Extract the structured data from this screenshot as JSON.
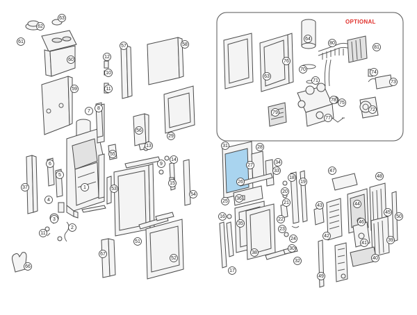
{
  "optional_label": "OPTIONAL",
  "colors": {
    "optional_label": "#e0302b",
    "highlight_glass": "#a9d4ef",
    "line": "#4a4a4a"
  },
  "callouts": [
    {
      "id": "c-62",
      "label": "62"
    },
    {
      "id": "c-63",
      "label": "63"
    },
    {
      "id": "c-61",
      "label": "61"
    },
    {
      "id": "c-60",
      "label": "60"
    },
    {
      "id": "c-59",
      "label": "59"
    },
    {
      "id": "c-58",
      "label": "58"
    },
    {
      "id": "c-57",
      "label": "57"
    },
    {
      "id": "c-12",
      "label": "12"
    },
    {
      "id": "c-10",
      "label": "10"
    },
    {
      "id": "c-11",
      "label": "11"
    },
    {
      "id": "c-8",
      "label": "8"
    },
    {
      "id": "c-7",
      "label": "7"
    },
    {
      "id": "c-56",
      "label": "56"
    },
    {
      "id": "c-55",
      "label": "55"
    },
    {
      "id": "c-29",
      "label": "29"
    },
    {
      "id": "c-6",
      "label": "6"
    },
    {
      "id": "c-5",
      "label": "5"
    },
    {
      "id": "c-1",
      "label": "1"
    },
    {
      "id": "c-4",
      "label": "4"
    },
    {
      "id": "c-3",
      "label": "3"
    },
    {
      "id": "c-2",
      "label": "2"
    },
    {
      "id": "c-37",
      "label": "37"
    },
    {
      "id": "c-11b",
      "label": "11"
    },
    {
      "id": "c-13",
      "label": "13"
    },
    {
      "id": "c-9",
      "label": "9"
    },
    {
      "id": "c-14",
      "label": "14"
    },
    {
      "id": "c-15",
      "label": "15"
    },
    {
      "id": "c-54",
      "label": "54"
    },
    {
      "id": "c-53",
      "label": "53"
    },
    {
      "id": "c-51",
      "label": "51"
    },
    {
      "id": "c-52",
      "label": "52"
    },
    {
      "id": "c-66",
      "label": "66"
    },
    {
      "id": "c-67",
      "label": "67"
    },
    {
      "id": "c-64",
      "label": "64"
    },
    {
      "id": "c-63b",
      "label": "63"
    },
    {
      "id": "c-76",
      "label": "76"
    },
    {
      "id": "c-80",
      "label": "80"
    },
    {
      "id": "c-81",
      "label": "81"
    },
    {
      "id": "c-71",
      "label": "71"
    },
    {
      "id": "c-72",
      "label": "72"
    },
    {
      "id": "c-73",
      "label": "73"
    },
    {
      "id": "c-74",
      "label": "74"
    },
    {
      "id": "c-78",
      "label": "78"
    },
    {
      "id": "c-79",
      "label": "79"
    },
    {
      "id": "c-77",
      "label": "77"
    },
    {
      "id": "c-75",
      "label": "75"
    },
    {
      "id": "c-70",
      "label": "70"
    },
    {
      "id": "c-31",
      "label": "31"
    },
    {
      "id": "c-28",
      "label": "28"
    },
    {
      "id": "c-27",
      "label": "27"
    },
    {
      "id": "c-26",
      "label": "26"
    },
    {
      "id": "c-25",
      "label": "25"
    },
    {
      "id": "c-34",
      "label": "34"
    },
    {
      "id": "c-33",
      "label": "33"
    },
    {
      "id": "c-36",
      "label": "36"
    },
    {
      "id": "c-17",
      "label": "17"
    },
    {
      "id": "c-18",
      "label": "18"
    },
    {
      "id": "c-19",
      "label": "19"
    },
    {
      "id": "c-20",
      "label": "20"
    },
    {
      "id": "c-21",
      "label": "21"
    },
    {
      "id": "c-22",
      "label": "22"
    },
    {
      "id": "c-23",
      "label": "23"
    },
    {
      "id": "c-24",
      "label": "24"
    },
    {
      "id": "c-30",
      "label": "30"
    },
    {
      "id": "c-32",
      "label": "32"
    },
    {
      "id": "c-35",
      "label": "35"
    },
    {
      "id": "c-38",
      "label": "38"
    },
    {
      "id": "c-16",
      "label": "16"
    },
    {
      "id": "c-47",
      "label": "47"
    },
    {
      "id": "c-48",
      "label": "48"
    },
    {
      "id": "c-44",
      "label": "44"
    },
    {
      "id": "c-45",
      "label": "45"
    },
    {
      "id": "c-46",
      "label": "46"
    },
    {
      "id": "c-43",
      "label": "43"
    },
    {
      "id": "c-42",
      "label": "42"
    },
    {
      "id": "c-41",
      "label": "41"
    },
    {
      "id": "c-40",
      "label": "40"
    },
    {
      "id": "c-39",
      "label": "39"
    },
    {
      "id": "c-50",
      "label": "50"
    },
    {
      "id": "c-49",
      "label": "49"
    }
  ]
}
